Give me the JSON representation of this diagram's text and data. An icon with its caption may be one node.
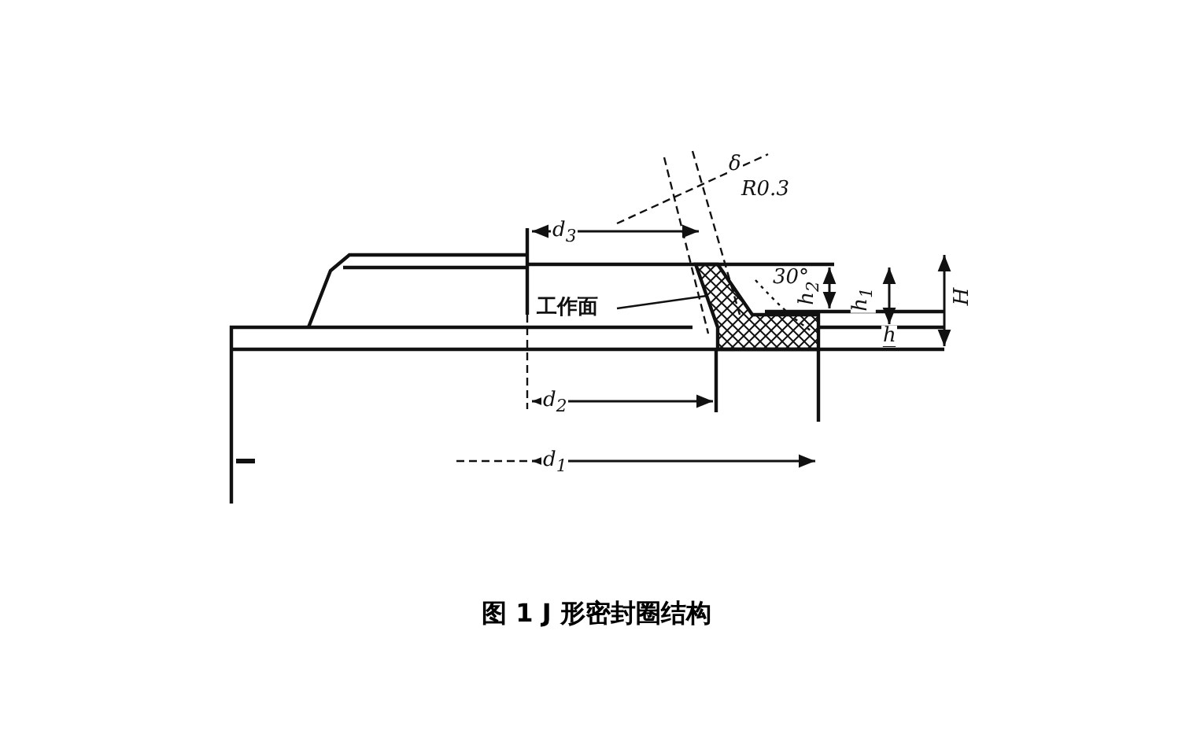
{
  "diagram": {
    "caption": "图 1 J 形密封圈结构",
    "nodes": [
      {
        "text": [
          "工作面"
        ]
      },
      {
        "text": [],
        "shape": "picture"
      }
    ],
    "edges": [
      {
        "from": 0,
        "to": 1,
        "arrow": "none"
      }
    ],
    "labels": [
      "δ",
      "R0.3",
      "d$_{3}$",
      "30°",
      "h$_{2}$",
      "h$_{1}$",
      "H",
      "h",
      "d$_{2}$",
      "d$_{1}$"
    ]
  }
}
